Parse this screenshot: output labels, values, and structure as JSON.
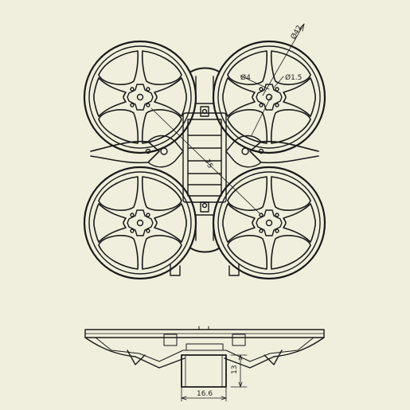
{
  "drawing": {
    "background": "#f0efdd",
    "line_color": "#1a1a1a",
    "dimensions": {
      "prop_diameter": "Ø42",
      "hole_large": "Ø4",
      "hole_small": "Ø1.5",
      "diagonal": "75",
      "height": "13",
      "width": "16.6"
    }
  }
}
